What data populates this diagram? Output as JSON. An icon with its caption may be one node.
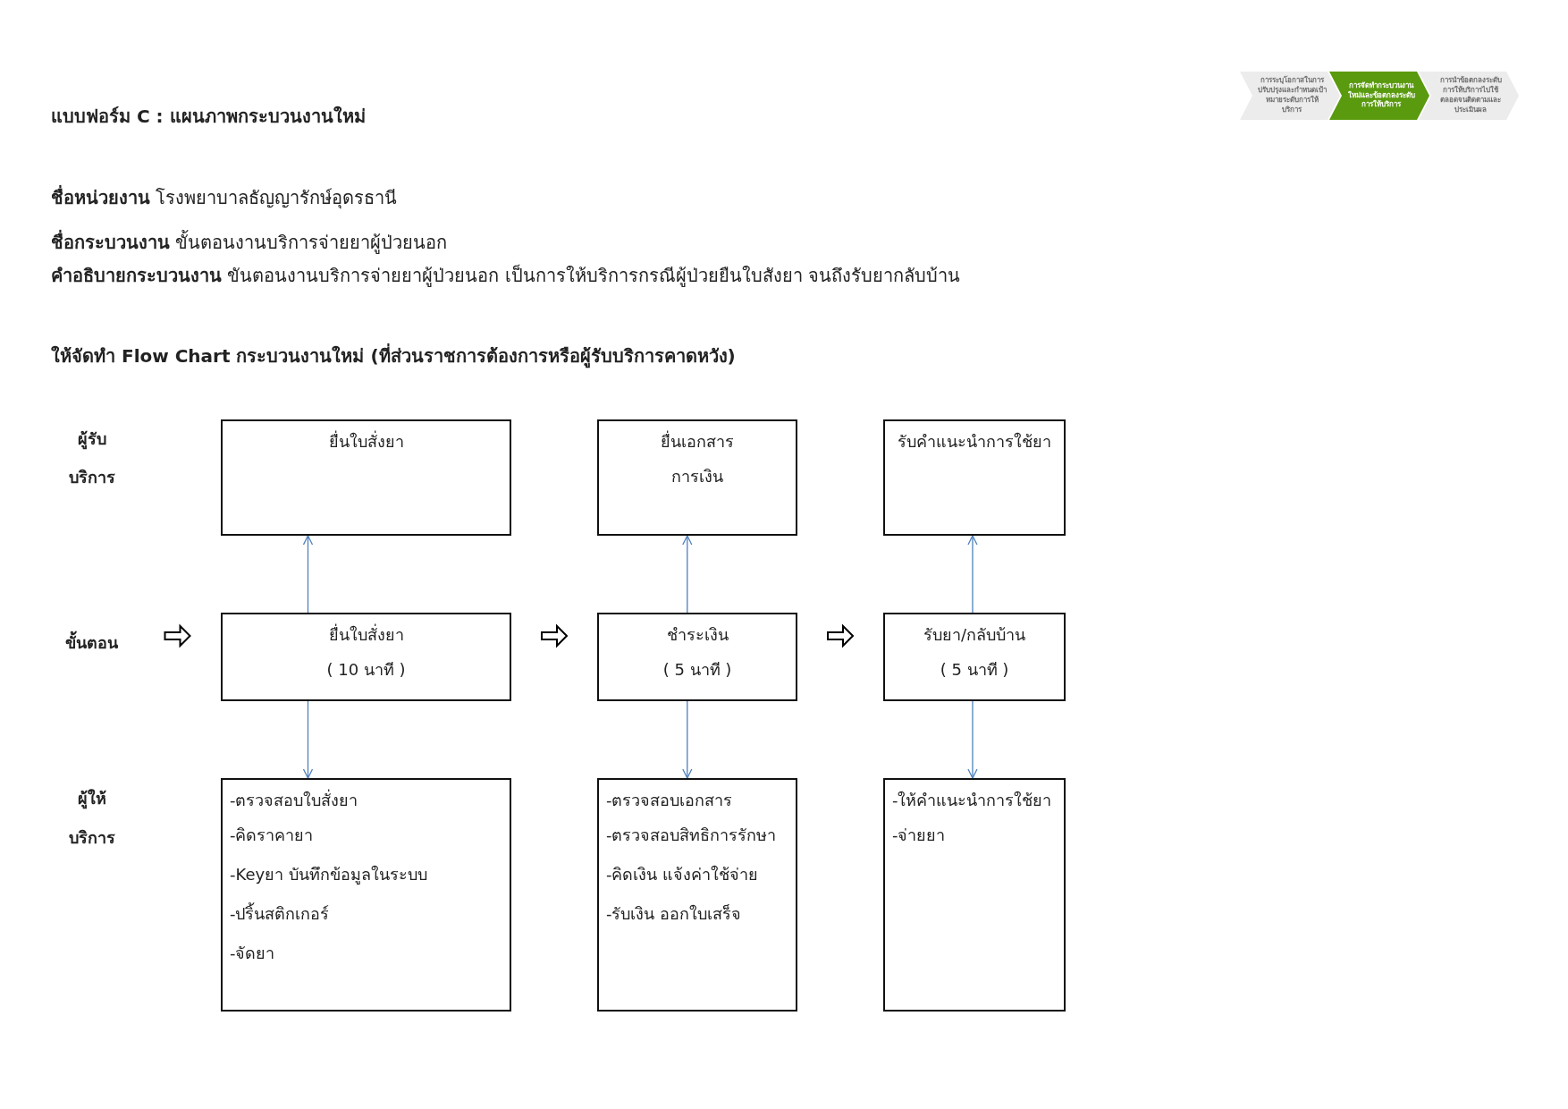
{
  "diagram": {
    "title": "แบบฟอร์ม C : แผนภาพกระบวนงานใหม่",
    "nodes": [
      {
        "text": [
          "การระบุโอกาสในการปรับปรุงและกำหนดเป้าหมายระดับการให้บริการ"
        ]
      },
      {
        "text": [
          "การจัดทำกระบวนงานใหม่และข้อตกลงระดับการให้บริการ"
        ]
      },
      {
        "text": [
          "การนำข้อตกลงระดับการให้บริการไปใช้ ตลอดจนติดตามและประเมินผล"
        ]
      },
      {
        "text": [
          "ยื่นใบสั่งยา"
        ]
      },
      {
        "text": [
          "ยื่นเอกสาร",
          "การเงิน"
        ]
      },
      {
        "text": [
          "รับคำแนะนำการใช้ยา"
        ]
      },
      {
        "text": [
          "ยื่นใบสั่งยา",
          "( 10 นาที )"
        ]
      },
      {
        "text": [
          "ชำระเงิน",
          "( 5 นาที )"
        ]
      },
      {
        "text": [
          "รับยา/กลับบ้าน",
          "( 5 นาที )"
        ]
      },
      {
        "text": [
          "-ตรวจสอบใบสั่งยา",
          "-คิดราคายา",
          "-Keyยา บันทึกข้อมูลในระบบ",
          "-ปริ้นสติกเกอร์",
          "-จัดยา"
        ]
      },
      {
        "text": [
          "-ตรวจสอบเอกสาร",
          "-ตรวจสอบสิทธิการรักษา",
          "-คิดเงิน แจ้งค่าใช้จ่าย",
          "-รับเงิน ออกใบเสร็จ"
        ]
      },
      {
        "text": [
          "-ให้คำแนะนำการใช้ยา",
          "-จ่ายยา"
        ]
      }
    ],
    "edges": [
      {
        "from": 6,
        "to": 3,
        "arrow": "to"
      },
      {
        "from": 7,
        "to": 4,
        "arrow": "to"
      },
      {
        "from": 8,
        "to": 5,
        "arrow": "to"
      },
      {
        "from": 6,
        "to": 9,
        "arrow": "to"
      },
      {
        "from": 7,
        "to": 10,
        "arrow": "to"
      },
      {
        "from": 8,
        "to": 11,
        "arrow": "to"
      },
      {
        "from": null,
        "to": 6,
        "arrow": "to",
        "style": "thick",
        "color": "#000000"
      },
      {
        "from": 6,
        "to": 7,
        "arrow": "to",
        "style": "thick",
        "color": "#000000"
      },
      {
        "from": 7,
        "to": 8,
        "arrow": "to",
        "style": "thick",
        "color": "#000000"
      }
    ],
    "labels": [
      "**ชื่อหน่วยงาน**  โรงพยาบาลธัญญารักษ์อุดรธานี",
      "**ชื่อกระบวนงาน** ขั้นตอนงานบริการจ่ายยาผู้ป่วยนอก",
      "**คำอธิบายกระบวนงาน**  ขันตอนงานบริการจ่ายยาผู้ป่วยนอก เป็นการให้บริการกรณีผู้ป่วยยืนใบสังยา จนถึงรับยากลับบ้าน",
      "ให้จัดทำ Flow Chart กระบวนงานใหม่ (ที่ส่วนราชการต้องการหรือผู้รับบริการคาดหวัง)",
      "ผู้รับ",
      "บริการ",
      "ขั้นตอน",
      "ผู้ให้",
      "บริการ"
    ]
  }
}
